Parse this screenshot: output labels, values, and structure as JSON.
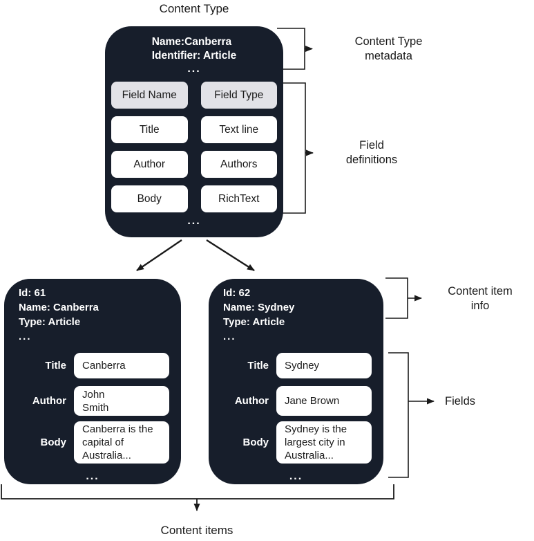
{
  "labels": {
    "content_type_title": "Content Type",
    "content_items": "Content items",
    "annotations": {
      "metadata": "Content Type\nmetadata",
      "field_definitions": "Field\ndefinitions",
      "item_info": "Content item\ninfo",
      "fields": "Fields"
    }
  },
  "colors": {
    "box_background": "#171E2B",
    "header_cell": "#E2E2E7",
    "value_cell": "#FFFFFF",
    "connector": "#1A1A1A"
  },
  "content_type": {
    "name_line": "Name:Canberra",
    "identifier_line": "Identifier: Article",
    "ellipsis": "...",
    "field_table": {
      "header": {
        "name": "Field Name",
        "type": "Field Type"
      },
      "rows": [
        {
          "name": "Title",
          "type": "Text line"
        },
        {
          "name": "Author",
          "type": "Authors"
        },
        {
          "name": "Body",
          "type": "RichText"
        }
      ],
      "ellipsis": "..."
    }
  },
  "content_items": [
    {
      "id_line": "Id: 61",
      "name_line": "Name: Canberra",
      "type_line": "Type: Article",
      "ellipsis": "...",
      "fields": [
        {
          "label": "Title",
          "value": "Canberra"
        },
        {
          "label": "Author",
          "value": "John\nSmith"
        },
        {
          "label": "Body",
          "value": "Canberra is the\ncapital of\nAustralia..."
        }
      ],
      "footer_ellipsis": "..."
    },
    {
      "id_line": "Id: 62",
      "name_line": "Name: Sydney",
      "type_line": "Type: Article",
      "ellipsis": "...",
      "fields": [
        {
          "label": "Title",
          "value": "Sydney"
        },
        {
          "label": "Author",
          "value": "Jane Brown"
        },
        {
          "label": "Body",
          "value": "Sydney is the\nlargest city in\nAustralia..."
        }
      ],
      "footer_ellipsis": "..."
    }
  ]
}
